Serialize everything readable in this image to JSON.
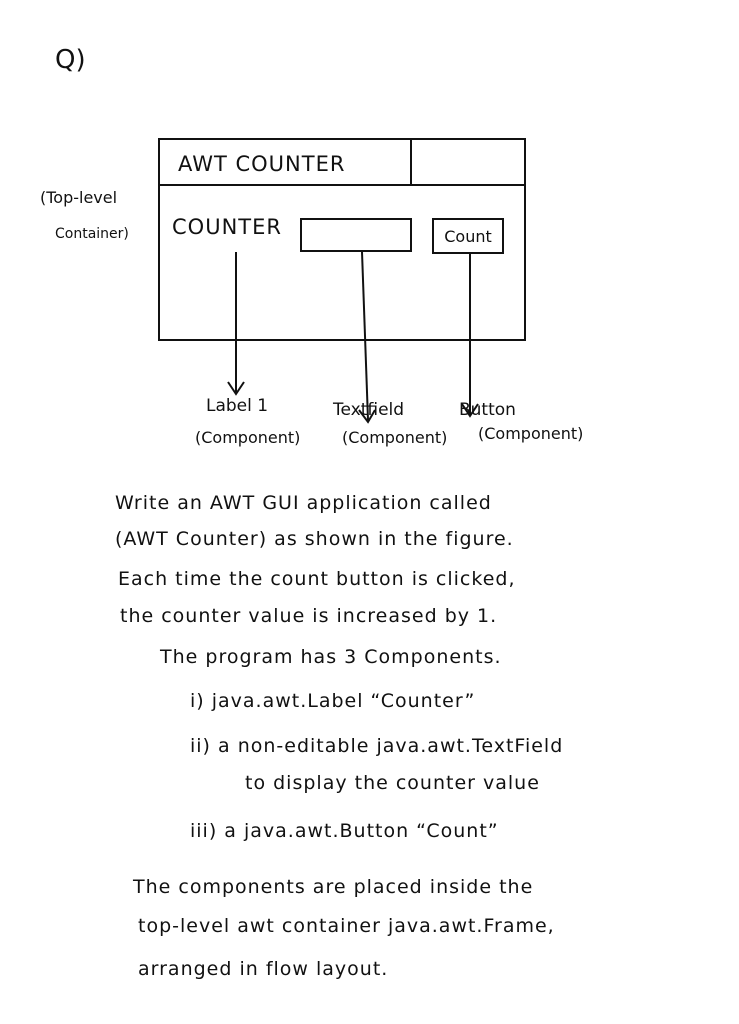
{
  "question_marker": "Q)",
  "frame": {
    "title": "AWT COUNTER",
    "label": "COUNTER",
    "button": "Count"
  },
  "side_annotation": {
    "line1": "(Top-level",
    "line2": "Container)"
  },
  "components": [
    {
      "name": "Label 1",
      "kind": "(Component)"
    },
    {
      "name": "Textfield",
      "kind": "(Component)"
    },
    {
      "name": "Button",
      "kind": "(Component)"
    }
  ],
  "paragraph1": [
    "Write an AWT GUI application called",
    "(AWT Counter) as shown in the figure.",
    "Each time the count button is clicked,",
    "the counter value is increased by 1."
  ],
  "program_intro": "The program has 3 Components.",
  "list": [
    "i) java.awt.Label “Counter”",
    "ii) a non-editable java.awt.TextField",
    "to display the counter value",
    "iii) a java.awt.Button “Count”"
  ],
  "paragraph2": [
    "The components are placed inside the",
    "top-level awt container java.awt.Frame,",
    "arranged in flow layout."
  ]
}
